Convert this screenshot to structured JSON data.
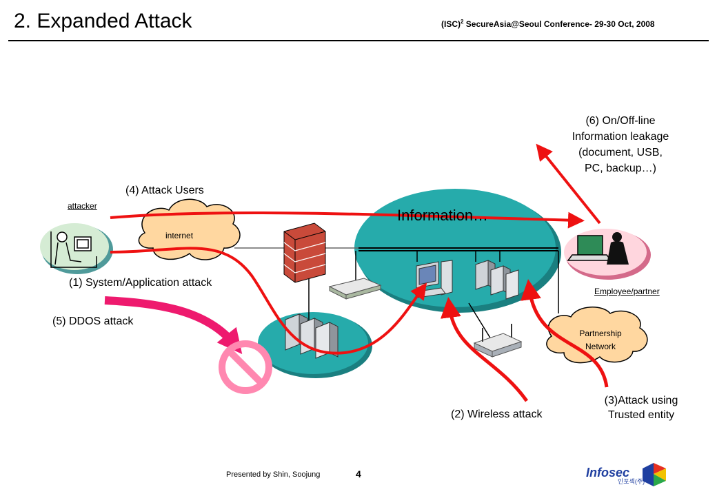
{
  "title": "2. Expanded Attack",
  "conference": {
    "prefix": "(ISC)",
    "superscript": "2",
    "text": " SecureAsia@Seoul Conference- 29-30 Oct, 2008"
  },
  "labels": {
    "attacker": "attacker",
    "internet": "internet",
    "information": "Information…",
    "employee": "Employee/partner ",
    "partnership_line1": "Partnership",
    "partnership_line2": "Network"
  },
  "attacks": {
    "users": "(4) Attack Users",
    "system": "(1) System/Application attack",
    "ddos": "(5) DDOS attack",
    "wireless": "(2) Wireless attack",
    "trusted_line1": "(3)Attack using",
    "trusted_line2": "Trusted entity",
    "leakage_line1": "(6) On/Off-line",
    "leakage_line2": "Information leakage",
    "leakage_line3": "(document, USB,",
    "leakage_line4": "PC, backup…)"
  },
  "footer": {
    "presenter": "Presented by Shin, Soojung",
    "page_number": "4",
    "logo_text": "Infosec",
    "logo_korean": "인포섹(주)"
  },
  "colors": {
    "attack_red": "#ee1111",
    "ddos_pink": "#ee1a6e",
    "prohibit_pink": "#ff88b0",
    "ellipse_teal": "#22a6a6",
    "cloud_orange": "#ffd7a0"
  }
}
